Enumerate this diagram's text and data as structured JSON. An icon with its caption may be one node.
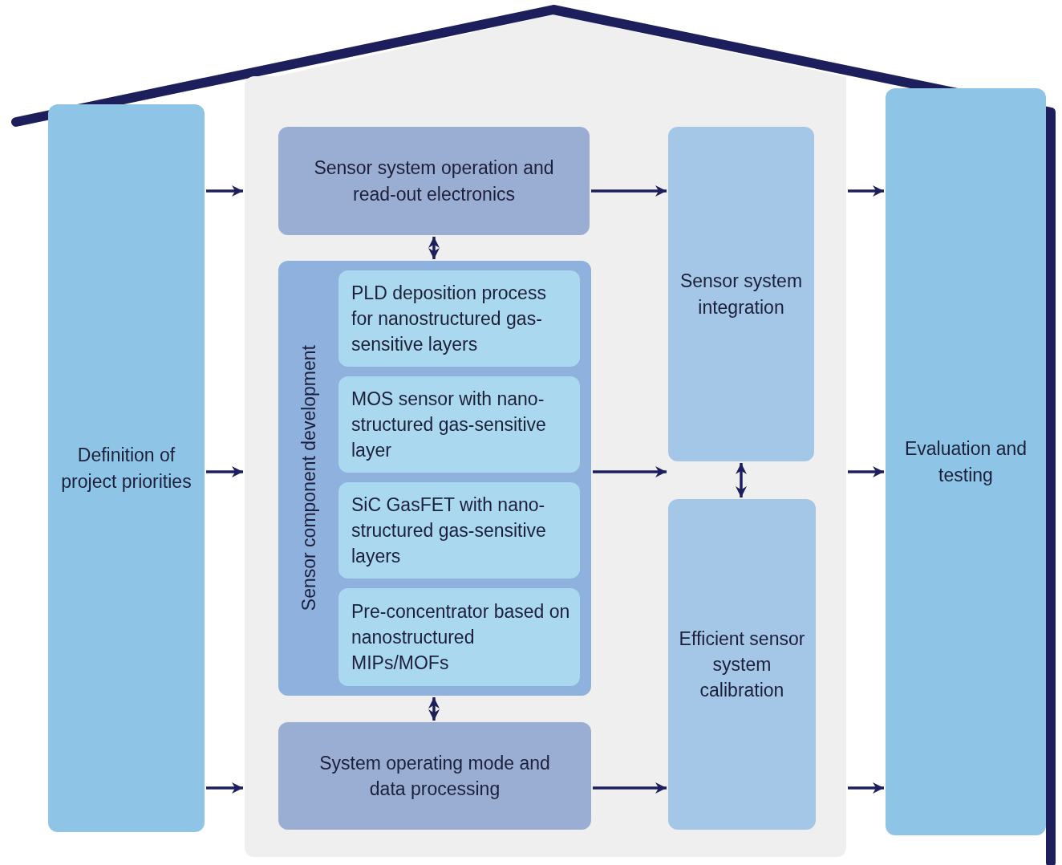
{
  "diagram": {
    "nodes": [
      {
        "text": [
          "Definition of project priorities"
        ]
      },
      {
        "text": [],
        "shape": "box"
      },
      {
        "text": [
          "Sensor system operation and read-out electronics"
        ],
        "in": 1
      },
      {
        "text": [
          "Sensor component development"
        ],
        "in": 1
      },
      {
        "text": [
          "PLD deposition process for nanostructured gas-sensitive layers"
        ],
        "in": 3
      },
      {
        "text": [
          "MOS sensor with nano-structured gas-sensitive layer"
        ],
        "in": 3
      },
      {
        "text": [
          "SiC GasFET with nano-structured gas-sensitive layers"
        ],
        "in": 3
      },
      {
        "text": [
          "Pre-concentrator based on nanostructured MIPs/MOFs"
        ],
        "in": 3
      },
      {
        "text": [
          "System operating mode and data processing"
        ],
        "in": 1
      },
      {
        "text": [
          "Sensor system integration"
        ],
        "in": 1
      },
      {
        "text": [
          "Efficient sensor system calibration"
        ],
        "in": 1
      },
      {
        "text": [
          "Evaluation and testing"
        ]
      }
    ],
    "edges": [
      {
        "from": 0,
        "to": 1,
        "arrow": "to"
      },
      {
        "from": 0,
        "to": 1,
        "arrow": "to"
      },
      {
        "from": 0,
        "to": 1,
        "arrow": "to"
      },
      {
        "from": 2,
        "to": 9,
        "arrow": "to"
      },
      {
        "from": 3,
        "to": 9,
        "arrow": "to"
      },
      {
        "from": 8,
        "to": 10,
        "arrow": "to"
      },
      {
        "from": 1,
        "to": 11,
        "arrow": "to"
      },
      {
        "from": 1,
        "to": 11,
        "arrow": "to"
      },
      {
        "from": 1,
        "to": 11,
        "arrow": "to"
      },
      {
        "from": 2,
        "to": 3,
        "arrow": "both"
      },
      {
        "from": 3,
        "to": 8,
        "arrow": "both"
      },
      {
        "from": 9,
        "to": 10,
        "arrow": "both"
      }
    ]
  }
}
